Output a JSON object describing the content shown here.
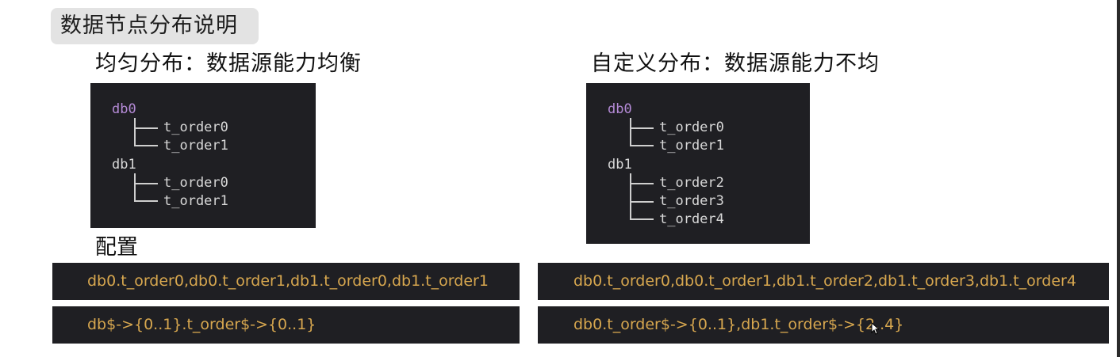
{
  "title": "数据节点分布说明",
  "left": {
    "heading": "均匀分布：数据源能力均衡",
    "tree": {
      "db0": "db0",
      "db0_tables": [
        "t_order0",
        "t_order1"
      ],
      "db1": "db1",
      "db1_tables": [
        "t_order0",
        "t_order1"
      ]
    }
  },
  "right": {
    "heading": "自定义分布：数据源能力不均",
    "tree": {
      "db0": "db0",
      "db0_tables": [
        "t_order0",
        "t_order1"
      ],
      "db1": "db1",
      "db1_tables": [
        "t_order2",
        "t_order3",
        "t_order4"
      ]
    }
  },
  "config_label": "配置",
  "config": {
    "left_line1": "db0.t_order0,db0.t_order1,db1.t_order0,db1.t_order1",
    "left_line2": "db$->{0..1}.t_order$->{0..1}",
    "right_line1": "db0.t_order0,db0.t_order1,db1.t_order2,db1.t_order3,db1.t_order4",
    "right_line2": "db0.t_order$->{0..1},db1.t_order$->{2..4}"
  },
  "colors": {
    "panel_bg": "#1f1f23",
    "db_purple": "#b48ad6",
    "config_text": "#d7a74f"
  },
  "icons": {
    "cursor": "mouse-pointer-icon"
  }
}
